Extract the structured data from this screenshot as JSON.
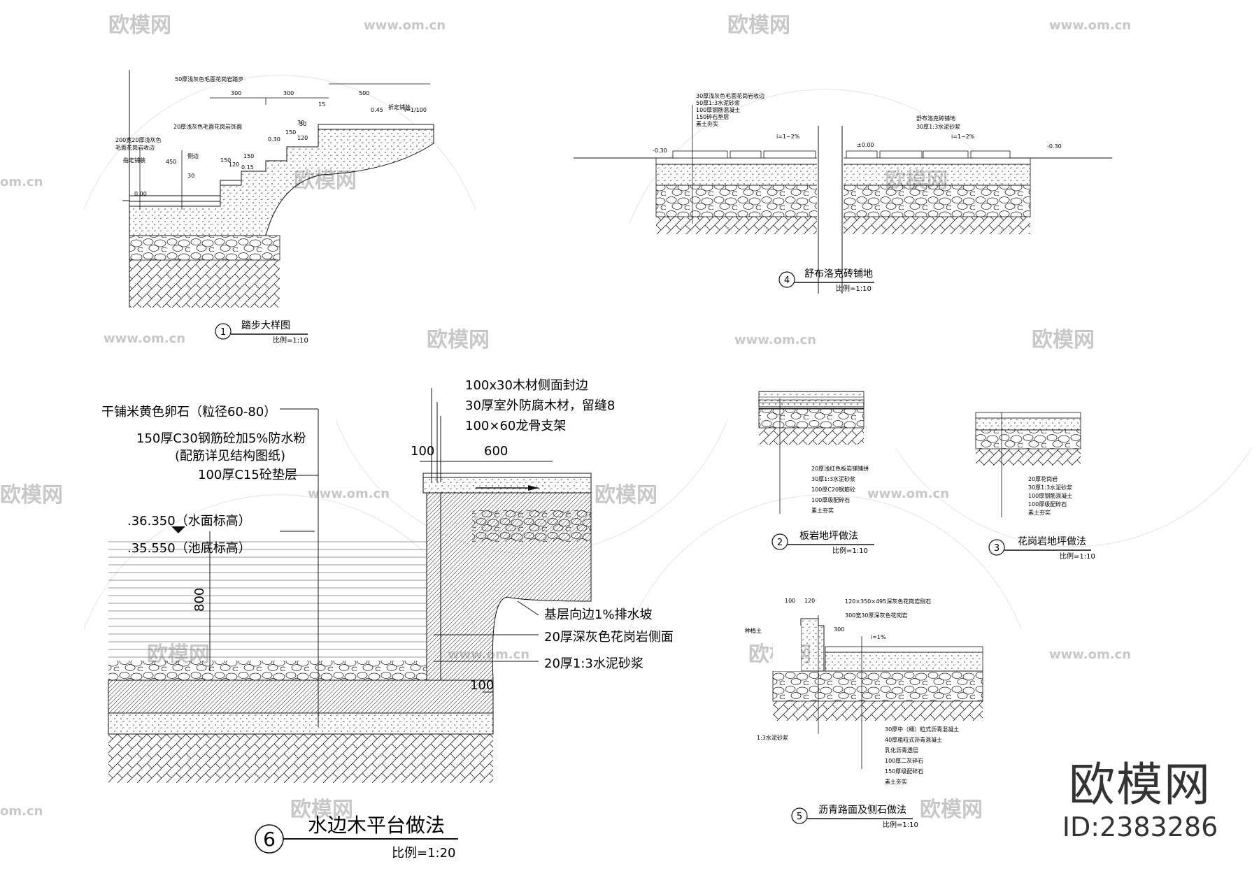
{
  "watermarks": {
    "brand": "欧模网",
    "url": "www.om.cn",
    "url_fragment": "om.cn"
  },
  "brand": {
    "name": "欧模网",
    "id": "ID:2383286"
  },
  "details": [
    {
      "key": "d1",
      "number": "1",
      "title": "踏步大样图",
      "scale": "比例=1:10",
      "annotations": [
        "50厚浅灰色毛面花岗岩踏步",
        "折定铺装",
        "300",
        "300",
        "500",
        "15",
        "0.45",
        "i=1/100",
        "20厚浅灰色毛面花岗岩饰面",
        "0.30",
        "150",
        "30",
        "200宽20厚浅灰色",
        "毛面花岗岩收边",
        "120",
        "30",
        "150",
        "0.15",
        "侧边",
        "指定铺装",
        "450",
        "150",
        "120",
        "30",
        "0.00"
      ]
    },
    {
      "key": "d4",
      "number": "4",
      "title": "舒布洛克砖铺地",
      "scale": "比例=1:10",
      "annotations": [
        "30厚浅灰色毛面花岗岩收边",
        "50厚1:3水泥砂浆",
        "100厚钢筋混凝土",
        "150碎石垫层",
        "素土夯实",
        "i=1~2%",
        "-0.30",
        "±0.00",
        "舒布洛克砖铺地",
        "30厚1:3水泥砂浆",
        "i=1~2%",
        "-0.30"
      ]
    },
    {
      "key": "d2",
      "number": "2",
      "title": "板岩地坪做法",
      "scale": "比例=1:10",
      "annotations": [
        "20厚浅红色板岩铺铺拼",
        "30厚1:3水泥砂浆",
        "100厚C20钢筋砼",
        "100厚级配碎石",
        "素土夯实"
      ]
    },
    {
      "key": "d3",
      "number": "3",
      "title": "花岗岩地坪做法",
      "scale": "比例=1:10",
      "annotations": [
        "20厚花岗岩",
        "30厚1:3水泥砂浆",
        "100厚钢筋混凝土",
        "100厚级配碎石",
        "素土夯实"
      ]
    },
    {
      "key": "d5",
      "number": "5",
      "title": "沥青路面及侧石做法",
      "scale": "比例=1:10",
      "annotations": [
        "120×350×495深灰色花岗岩侧石",
        "300宽30厚深灰色花岗岩",
        "100",
        "120",
        "300",
        "i=1%",
        "种植土",
        "1:3水泥砂浆",
        "30厚中（细）粒式沥青混凝土",
        "40厚粗粒式沥青混凝土",
        "乳化沥青透层",
        "100厚二灰碎石",
        "150厚级配碎石",
        "素土夯实"
      ]
    },
    {
      "key": "d6",
      "number": "6",
      "title": "水边木平台做法",
      "scale": "比例=1:20",
      "annotations": [
        "干铺米黄色卵石（粒径60-80）",
        "150厚C30钢筋砼加5%防水粉",
        "(配筋详见结构图纸)",
        "100厚C15砼垫层",
        ".36.350（水面标高）",
        ".35.550（池底标高）",
        "800",
        "100x30木材侧面封边",
        "30厚室外防腐木材，留缝8",
        "100×60龙骨支架",
        "100",
        "600",
        "基层向边1%排水坡",
        "20厚深灰色花岗岩侧面",
        "20厚1:3水泥砂浆",
        "100"
      ]
    }
  ]
}
